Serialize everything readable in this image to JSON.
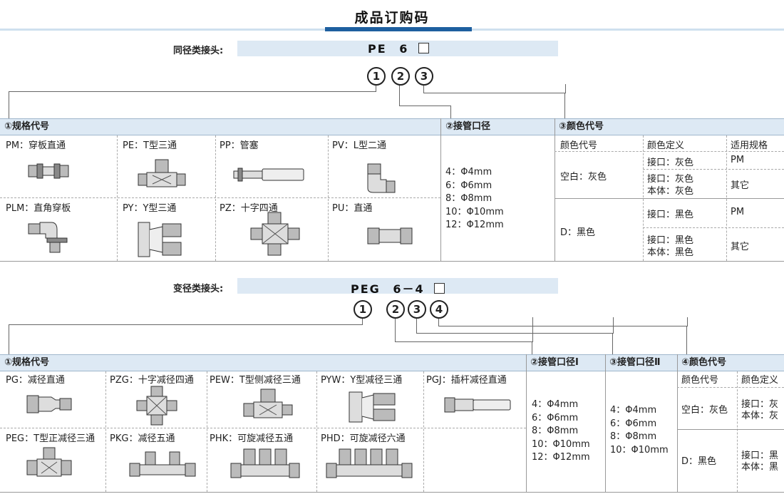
{
  "page_title": "成品订购码",
  "section1": {
    "label": "同径类接头:",
    "code_parts": [
      "PE",
      "6"
    ],
    "markers": [
      "1",
      "2",
      "3"
    ],
    "headers": [
      "①规格代号",
      "②接管口径",
      "③颜色代号"
    ],
    "items": [
      {
        "label": "PM：穿板直通",
        "icon": "bulkhead-union-icon"
      },
      {
        "label": "PE：T型三通",
        "icon": "tee-union-icon"
      },
      {
        "label": "PP：管塞",
        "icon": "tube-plug-icon"
      },
      {
        "label": "PV：L型二通",
        "icon": "elbow-union-icon"
      },
      {
        "label": "PLM：直角穿板",
        "icon": "bulkhead-elbow-icon"
      },
      {
        "label": "PY：Y型三通",
        "icon": "y-union-icon"
      },
      {
        "label": "PZ：十字四通",
        "icon": "cross-union-icon"
      },
      {
        "label": "PU：直通",
        "icon": "straight-union-icon"
      }
    ],
    "diameters": [
      "4：Φ4mm",
      "6：Φ6mm",
      "8：Φ8mm",
      "10：Φ10mm",
      "12：Φ12mm"
    ],
    "color_headers": [
      "颜色代号",
      "颜色定义",
      "适用规格"
    ],
    "colors": [
      {
        "code": "空白：灰色",
        "rows": [
          {
            "def": [
              "接口：灰色"
            ],
            "spec": "PM"
          },
          {
            "def": [
              "接口：灰色",
              "本体：灰色"
            ],
            "spec": "其它"
          }
        ]
      },
      {
        "code": "D：黑色",
        "rows": [
          {
            "def": [
              "接口：黑色"
            ],
            "spec": "PM"
          },
          {
            "def": [
              "接口：黑色",
              "本体：黑色"
            ],
            "spec": "其它"
          }
        ]
      }
    ]
  },
  "section2": {
    "label": "变径类接头:",
    "code_parts": [
      "PEG",
      "6－4"
    ],
    "markers": [
      "1",
      "2",
      "3",
      "4"
    ],
    "headers": [
      "①规格代号",
      "②接管口径Ⅰ",
      "③接管口径Ⅱ",
      "④颜色代号"
    ],
    "items": [
      {
        "label": "PG：减径直通",
        "icon": "reducing-union-icon"
      },
      {
        "label": "PZG：十字减径四通",
        "icon": "reducing-cross-icon"
      },
      {
        "label": "PEW：T型侧减径三通",
        "icon": "side-reducing-tee-icon"
      },
      {
        "label": "PYW：Y型减径三通",
        "icon": "reducing-y-icon"
      },
      {
        "label": "PGJ：插杆减径直通",
        "icon": "plug-in-reducer-icon"
      },
      {
        "label": "PEG：T型正减径三通",
        "icon": "center-reducing-tee-icon"
      },
      {
        "label": "PKG：减径五通",
        "icon": "reducing-five-way-icon"
      },
      {
        "label": "PHK：可旋减径五通",
        "icon": "rotary-reducing-five-way-icon"
      },
      {
        "label": "PHD：可旋减径六通",
        "icon": "rotary-reducing-six-way-icon"
      }
    ],
    "diameters_1": [
      "4：Φ4mm",
      "6：Φ6mm",
      "8：Φ8mm",
      "10：Φ10mm",
      "12：Φ12mm"
    ],
    "diameters_2": [
      "4：Φ4mm",
      "6：Φ6mm",
      "8：Φ8mm",
      "10：Φ10mm"
    ],
    "color_headers": [
      "颜色代号",
      "颜色定义"
    ],
    "colors": [
      {
        "code": "空白：灰色",
        "def": [
          "接口：灰",
          "本体：灰"
        ]
      },
      {
        "code": "D：黑色",
        "def": [
          "接口：黑",
          "本体：黑"
        ]
      }
    ]
  }
}
